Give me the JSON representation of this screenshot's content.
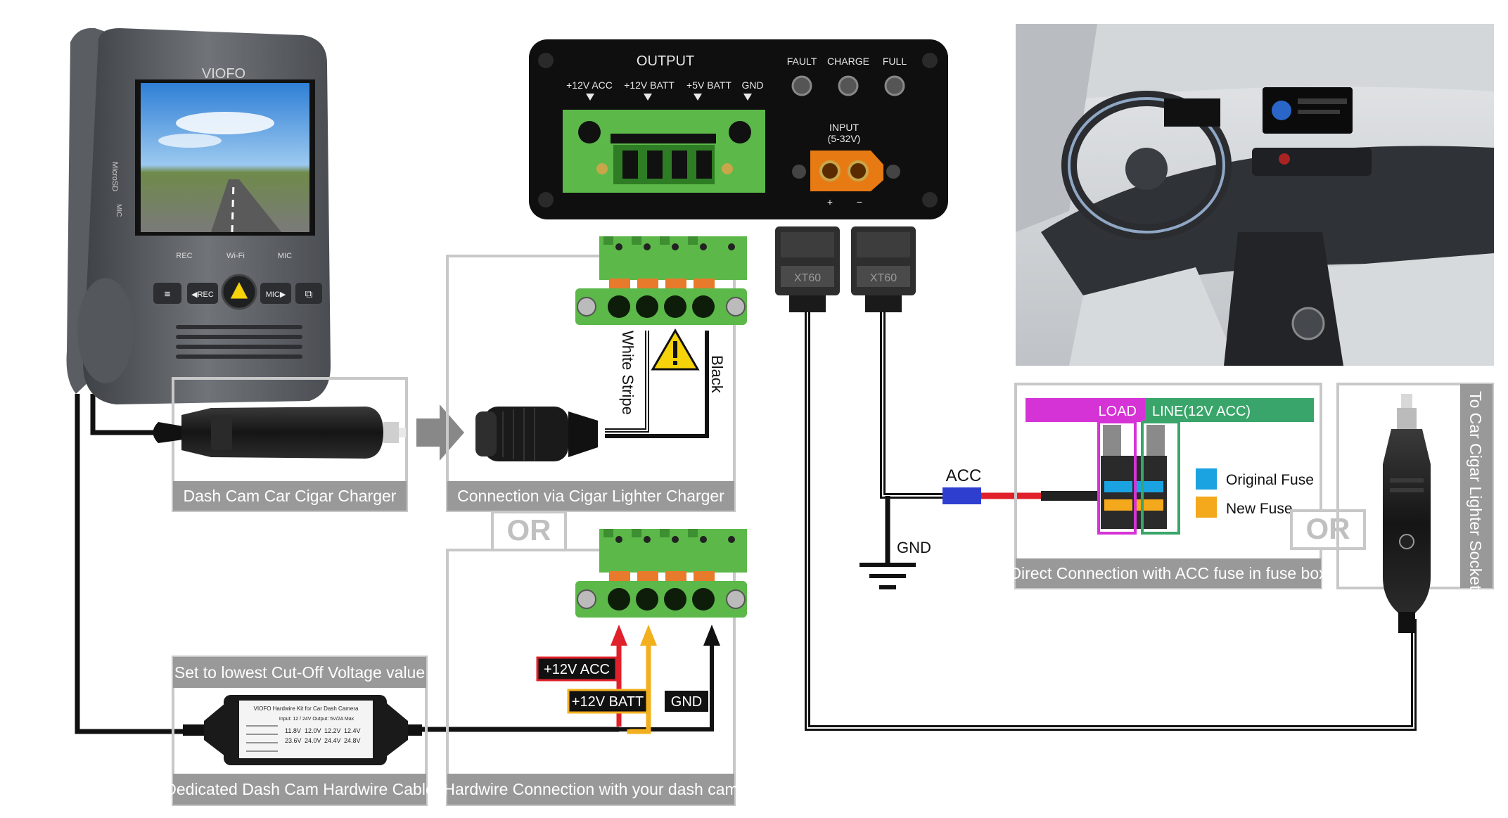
{
  "camera": {
    "brand": "VIOFO",
    "side_labels": [
      "MicroSD",
      "MIC"
    ],
    "leds": [
      "REC",
      "Wi-Fi",
      "MIC"
    ],
    "buttons": [
      "≡",
      "◀REC",
      "MIC▶",
      "⧉"
    ]
  },
  "captions": {
    "cigar_charger": "Dash Cam Car Cigar Charger",
    "cigar_connection": "Connection via Cigar Lighter Charger",
    "cutoff_note": "Set to lowest Cut-Off Voltage value",
    "hardwire_cable": "Dedicated Dash Cam Hardwire Cable",
    "hardwire_connection": "Hardwire Connection with your dash cam",
    "acc_connection": "Direct Connection with ACC fuse in fuse box",
    "socket_vertical": "To Car Cigar Lighter Socket"
  },
  "or_labels": [
    "OR",
    "OR"
  ],
  "output_box": {
    "output_label": "OUTPUT",
    "terminals": [
      "+12V ACC",
      "+12V BATT",
      "+5V BATT",
      "GND"
    ],
    "indicators": [
      "FAULT",
      "CHARGE",
      "FULL"
    ],
    "input_label": "INPUT",
    "input_range": "(5-32V)",
    "plus": "+",
    "minus": "−"
  },
  "connectors": [
    "XT60",
    "XT60"
  ],
  "wires": {
    "white_stripe": "White Stripe",
    "black": "Black",
    "acc": "ACC",
    "gnd": "GND",
    "tag_acc": "+12V ACC",
    "tag_batt": "+12V BATT",
    "tag_gnd": "GND"
  },
  "fuse": {
    "load": "LOAD",
    "line": "LINE(12V ACC)",
    "original": "Original Fuse",
    "new": "New Fuse"
  },
  "hardwire_sticker": {
    "title": "VIOFO Hardwire Kit for Car Dash Camera",
    "spec": "Input: 12 / 24V  Output: 5V/2A Max",
    "voltages": [
      "11.8V",
      "12.0V",
      "12.2V",
      "12.4V",
      "23.6V",
      "24.0V",
      "24.4V",
      "24.8V"
    ]
  },
  "colors": {
    "box_border": "#c8c8c8",
    "caption_bg": "#999999",
    "green_terminal": "#5cb849",
    "load_magenta": "#d633d6",
    "line_green": "#3aa56a",
    "original_fuse": "#1aa3e0",
    "new_fuse": "#f4a81b",
    "wire_red": "#e0202a",
    "wire_yellow": "#f2b01e",
    "acc_blue": "#2e3fd0"
  }
}
